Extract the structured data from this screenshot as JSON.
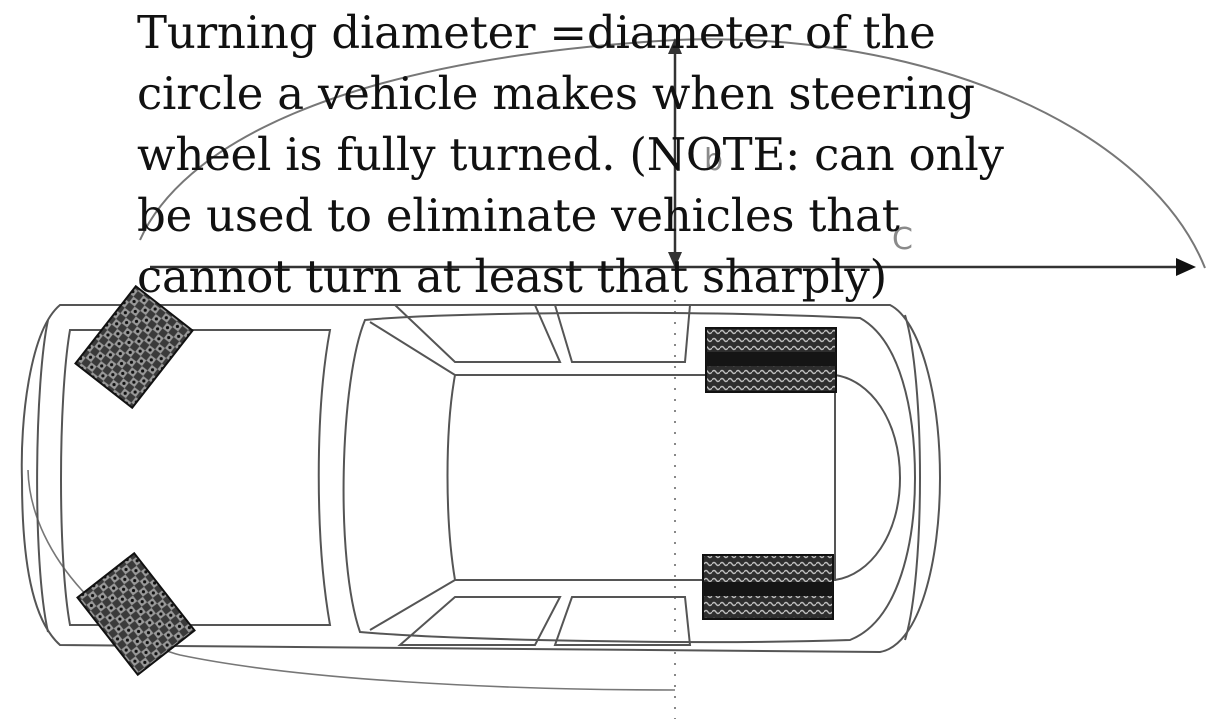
{
  "caption": {
    "lines": [
      "Turning diameter =diameter of the",
      "circle a vehicle makes when steering",
      "wheel is fully turned. (NOTE: can only",
      "be used to eliminate vehicles that",
      "cannot turn at least that sharply)"
    ]
  },
  "dimension_labels": {
    "c": "C",
    "b": "b"
  },
  "colors": {
    "line": "#555555",
    "tire_dark": "#222222",
    "background": "#ffffff"
  }
}
